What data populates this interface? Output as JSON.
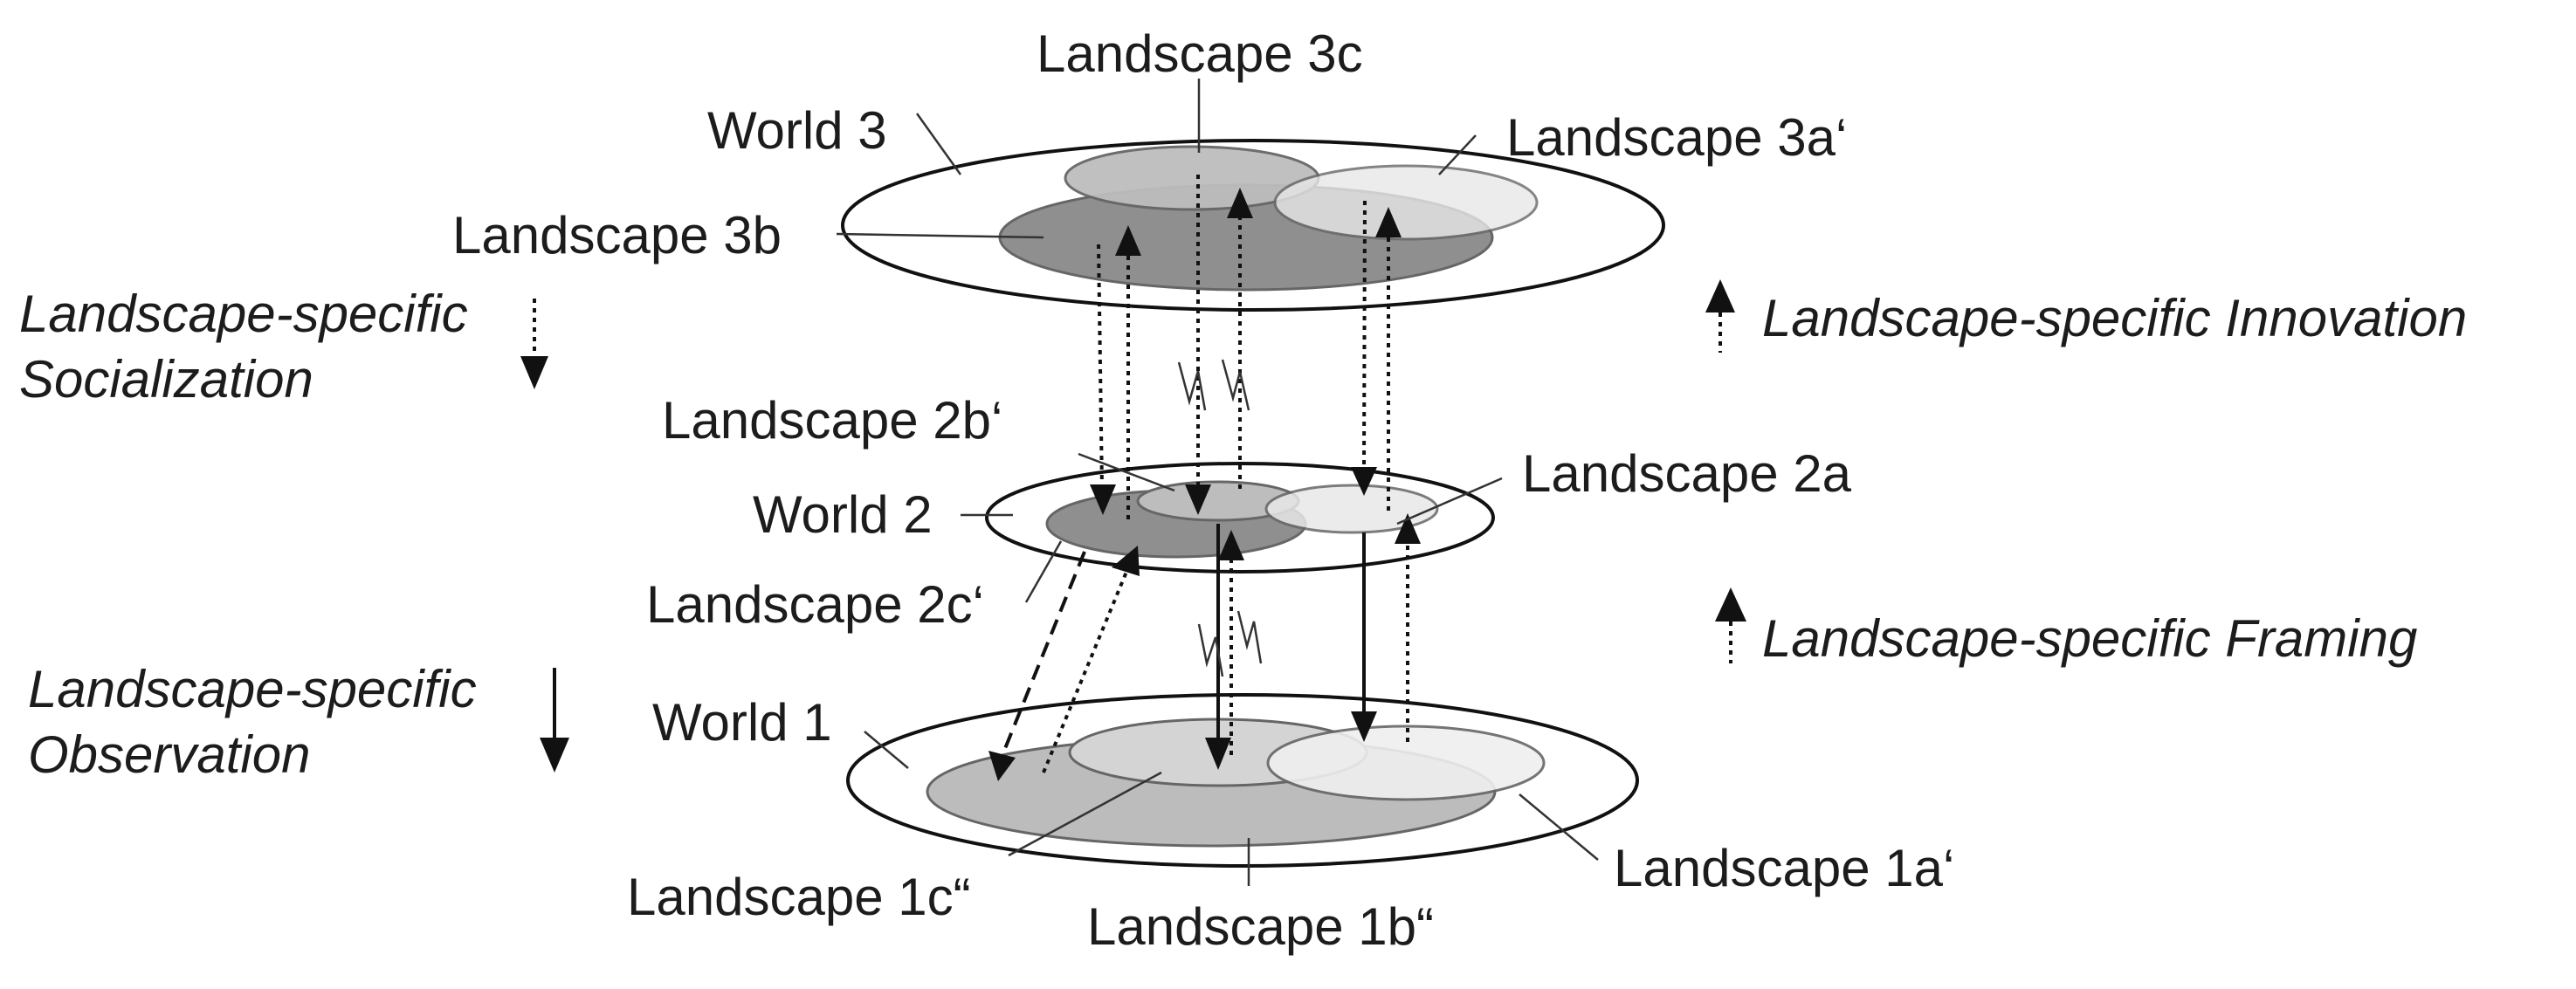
{
  "labels": {
    "world3": "World 3",
    "world2": "World 2",
    "world1": "World 1",
    "ls3c": "Landscape 3c",
    "ls3a": "Landscape 3a‘",
    "ls3b": "Landscape 3b",
    "ls2b": "Landscape 2b‘",
    "ls2a": "Landscape 2a",
    "ls2c": "Landscape 2c‘",
    "ls1c": "Landscape 1c“",
    "ls1b": "Landscape 1b“",
    "ls1a": "Landscape 1a‘"
  },
  "processes": {
    "socialization_line1": "Landscape-specific",
    "socialization_line2": "Socialization",
    "observation_line1": "Landscape-specific",
    "observation_line2": "Observation",
    "innovation": "Landscape-specific Innovation",
    "framing": "Landscape-specific Framing"
  },
  "colors": {
    "landscape_a": "#e8e8e8",
    "landscape_b": "#8f8f8f",
    "landscape_c": "#bdbdbd",
    "landscape_1a": "#efefef",
    "landscape_1b": "#bcbcbc",
    "landscape_1c": "#d4d4d4"
  }
}
